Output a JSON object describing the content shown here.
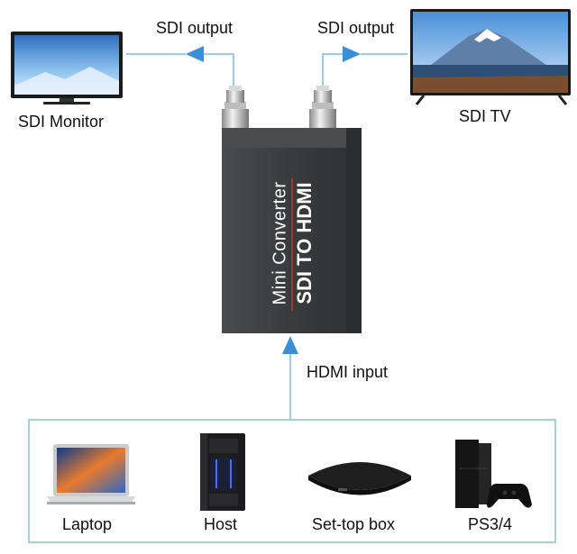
{
  "top": {
    "left_output_label": "SDI output",
    "right_output_label": "SDI output",
    "monitor_label": "SDI Monitor",
    "tv_label": "SDI TV"
  },
  "converter": {
    "line1": "Mini Converter",
    "line2": "SDI TO HDMI"
  },
  "input_label": "HDMI input",
  "sources": [
    {
      "label": "Laptop"
    },
    {
      "label": "Host"
    },
    {
      "label": "Set-top box"
    },
    {
      "label": "PS3/4"
    }
  ],
  "colors": {
    "arrow": "#3b8fd6",
    "frame": "#7cc9c9",
    "converter_body": "#3d3e3f",
    "accent_red": "#c0392b"
  }
}
